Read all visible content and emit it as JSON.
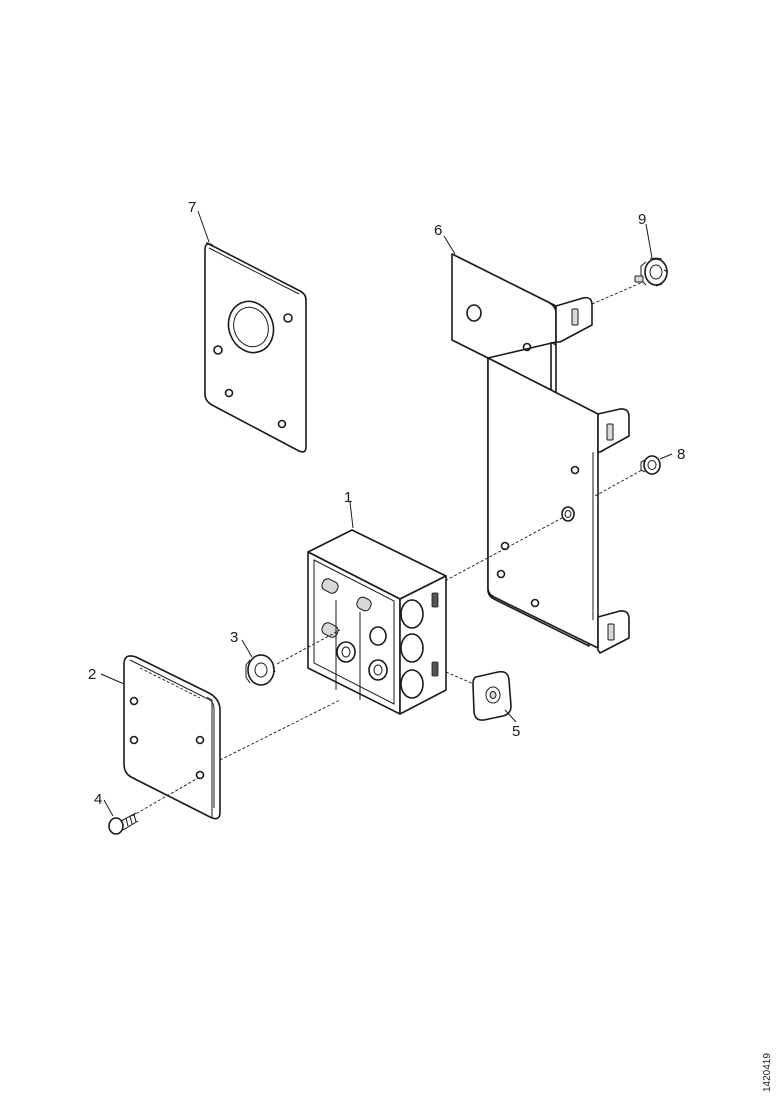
{
  "callouts": {
    "c1": "1",
    "c2": "2",
    "c3": "3",
    "c4": "4",
    "c5": "5",
    "c6": "6",
    "c7": "7",
    "c8": "8",
    "c9": "9"
  },
  "document_id": "1420419"
}
